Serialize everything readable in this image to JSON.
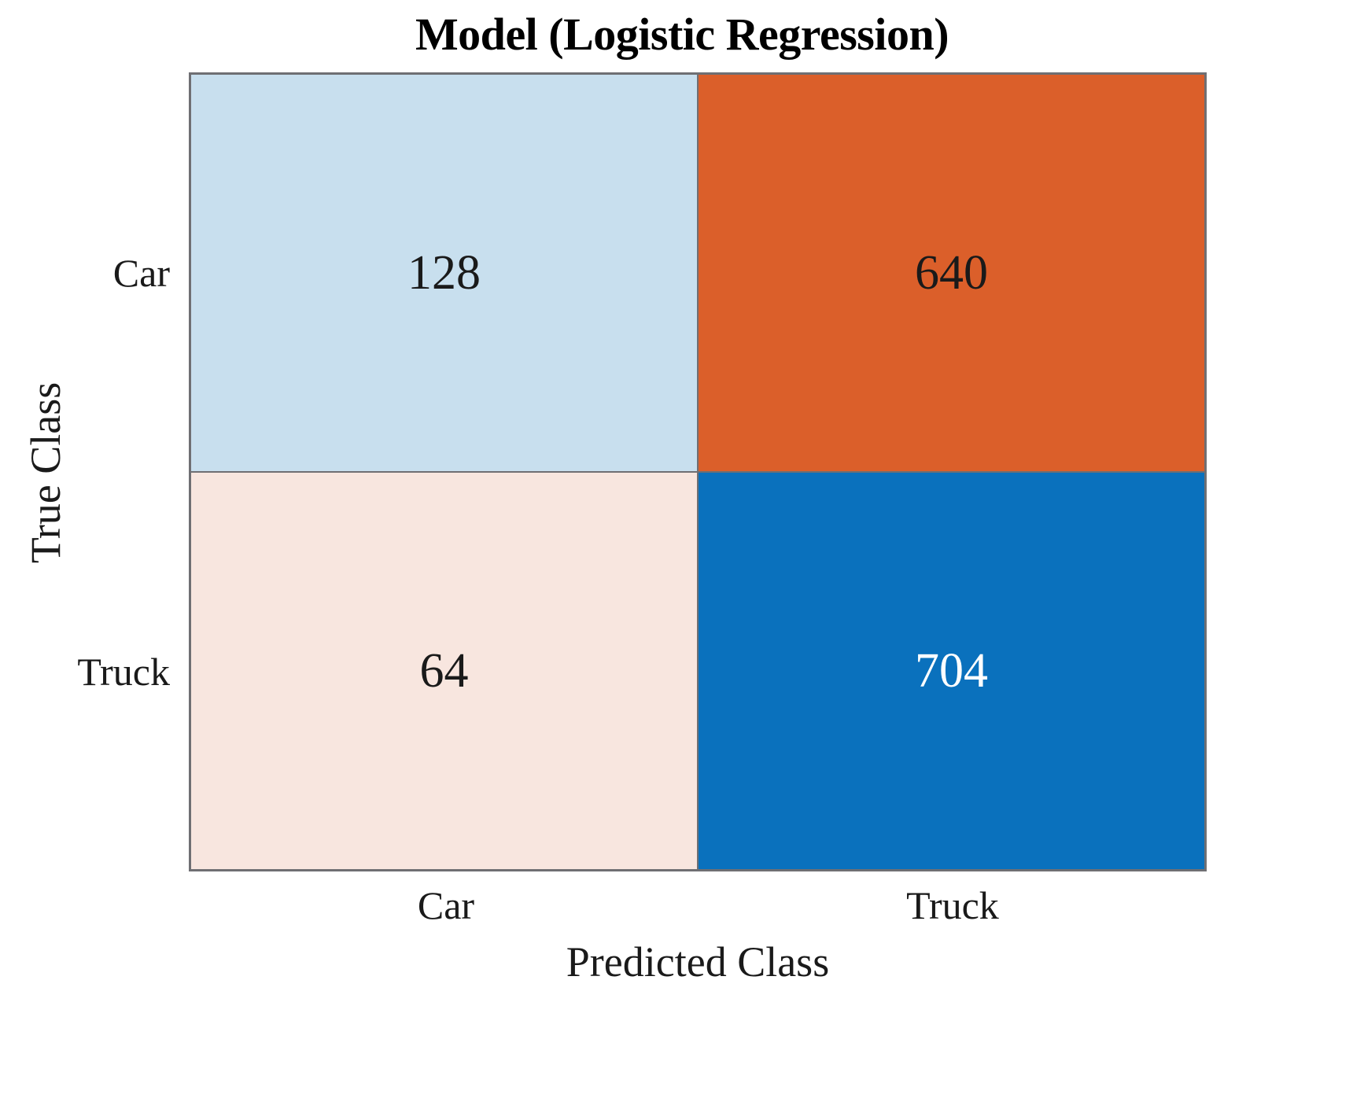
{
  "chart_data": {
    "type": "heatmap",
    "subtype": "confusion-matrix",
    "title": "Model (Logistic Regression)",
    "xlabel": "Predicted Class",
    "ylabel": "True Class",
    "x_tick_labels": [
      "Car",
      "Truck"
    ],
    "y_tick_labels": [
      "Car",
      "Truck"
    ],
    "categories": [
      "Car",
      "Truck"
    ],
    "grid": false,
    "legend": "none",
    "matrix": [
      [
        128,
        640
      ],
      [
        64,
        704
      ]
    ],
    "cells": [
      {
        "row": "Car",
        "column": "Car",
        "value": "128",
        "kind": "true-positive",
        "fill": "#c8dfee",
        "text_color": "#1a1a1a"
      },
      {
        "row": "Car",
        "column": "Truck",
        "value": "640",
        "kind": "false-negative",
        "fill": "#db5f2a",
        "text_color": "#1a1a1a"
      },
      {
        "row": "Truck",
        "column": "Car",
        "value": "64",
        "kind": "false-positive",
        "fill": "#f8e6df",
        "text_color": "#1a1a1a"
      },
      {
        "row": "Truck",
        "column": "Truck",
        "value": "704",
        "kind": "true-negative",
        "fill": "#0a71bd",
        "text_color": "#ffffff"
      }
    ],
    "colors": {
      "correct_strong": "#0a71bd",
      "correct_light": "#c8dfee",
      "incorrect_strong": "#db5f2a",
      "incorrect_light": "#f8e6df",
      "axis_line": "#6f6f73",
      "background": "#ffffff",
      "text": "#1a1a1a"
    }
  }
}
